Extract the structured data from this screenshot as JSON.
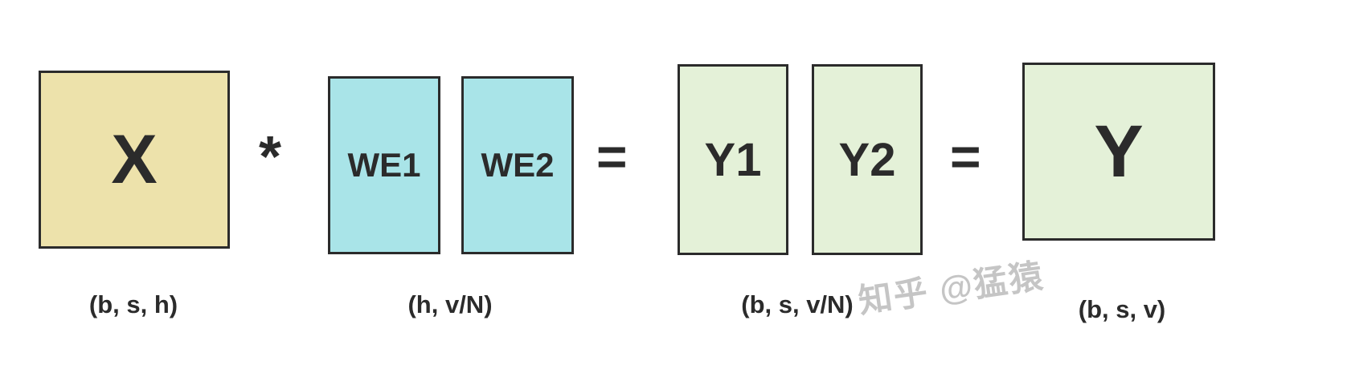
{
  "diagram": {
    "x": {
      "label": "X",
      "dim": "(b, s, h)",
      "fill": "#ede2ab"
    },
    "we": {
      "labels": [
        "WE1",
        "WE2"
      ],
      "dim": "(h, v/N)",
      "fill": "#a9e4e8"
    },
    "y_split": {
      "labels": [
        "Y1",
        "Y2"
      ],
      "dim": "(b, s, v/N)",
      "fill": "#e4f1d8"
    },
    "y": {
      "label": "Y",
      "dim": "(b, s, v)",
      "fill": "#e4f1d8"
    },
    "operators": {
      "multiply": "*",
      "equals_first": "=",
      "equals_second": "="
    },
    "watermark": {
      "text": "知乎 @猛猿"
    },
    "colors": {
      "border": "#2b2b2b",
      "text": "#2b2b2b",
      "background": "#ffffff"
    }
  }
}
